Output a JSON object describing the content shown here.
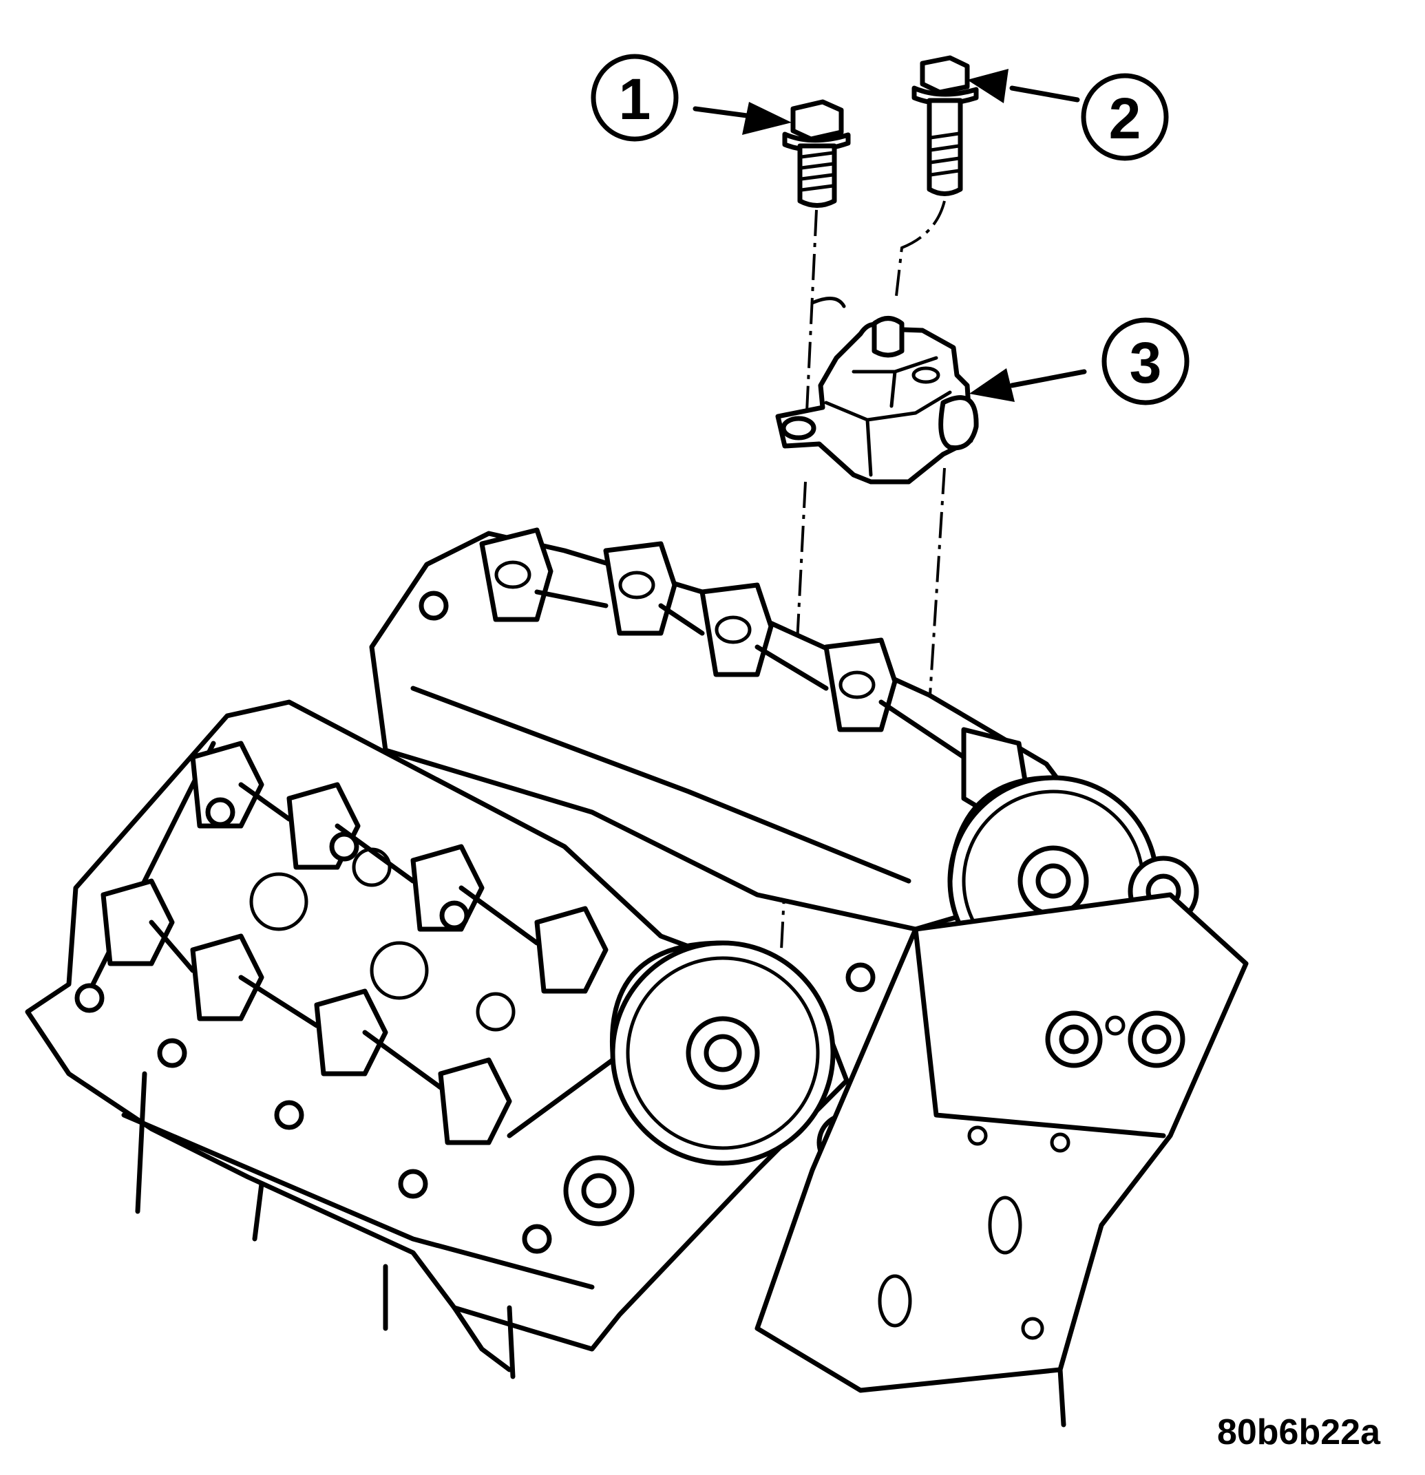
{
  "figure": {
    "figure_id": "80b6b22a",
    "callouts": [
      {
        "number": "1",
        "label": ""
      },
      {
        "number": "2",
        "label": ""
      },
      {
        "number": "3",
        "label": ""
      }
    ],
    "colors": {
      "ink": "#000000",
      "background": "#ffffff"
    }
  }
}
